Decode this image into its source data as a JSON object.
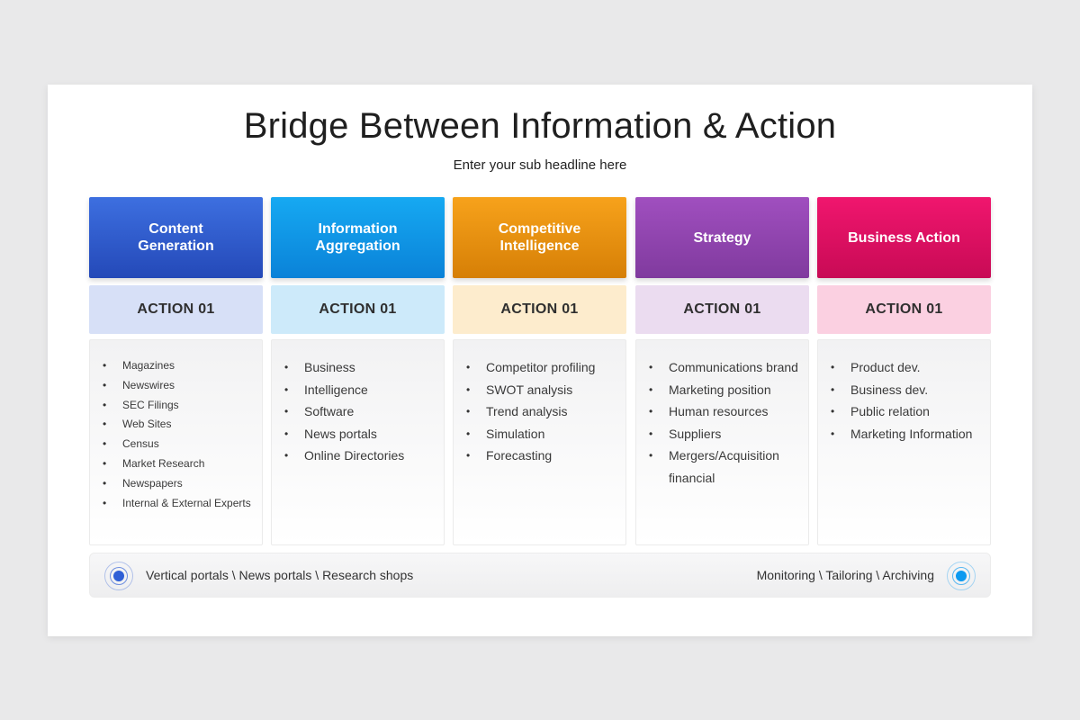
{
  "slide": {
    "title": "Bridge Between Information & Action",
    "subtitle": "Enter your sub headline here"
  },
  "columns": [
    {
      "heading": "Content\nGeneration",
      "action": "ACTION 01",
      "head_colors": [
        "#3d6fe0",
        "#2449b8"
      ],
      "action_bg": "#d7e0f7",
      "items": [
        "Magazines",
        "Newswires",
        "SEC Filings",
        "Web Sites",
        "Census",
        "Market Research",
        "Newspapers",
        "Internal & External Experts"
      ]
    },
    {
      "heading": "Information\nAggregation",
      "action": "ACTION 01",
      "head_colors": [
        "#16a9f2",
        "#0a82d8"
      ],
      "action_bg": "#cdeafa",
      "items": [
        "Business",
        "Intelligence",
        "Software",
        "News portals",
        "Online Directories"
      ]
    },
    {
      "heading": "Competitive\nIntelligence",
      "action": "ACTION 01",
      "head_colors": [
        "#f7a21b",
        "#d67f06"
      ],
      "action_bg": "#fdeccd",
      "items": [
        "Competitor profiling",
        "SWOT analysis",
        "Trend analysis",
        "Simulation",
        "Forecasting"
      ]
    },
    {
      "heading": "Strategy",
      "action": "ACTION 01",
      "head_colors": [
        "#a04fbf",
        "#803a9e"
      ],
      "action_bg": "#ebdcf0",
      "items": [
        "Communications brand",
        "Marketing position",
        "Human resources",
        "Suppliers",
        "Mergers/Acquisition financial"
      ]
    },
    {
      "heading": "Business Action",
      "action": "ACTION 01",
      "head_colors": [
        "#f0166e",
        "#c80a55"
      ],
      "action_bg": "#fbd0e1",
      "items": [
        "Product dev.",
        "Business dev.",
        "Public relation",
        "Marketing Information"
      ]
    }
  ],
  "footer": {
    "left_text": "Vertical portals \\ News portals \\ Research  shops",
    "right_text": "Monitoring \\ Tailoring \\ Archiving",
    "left_icon": "target-dot-icon",
    "right_icon": "target-dot-icon",
    "left_icon_color": "#2f5fd6",
    "right_icon_color": "#0d9af0"
  }
}
